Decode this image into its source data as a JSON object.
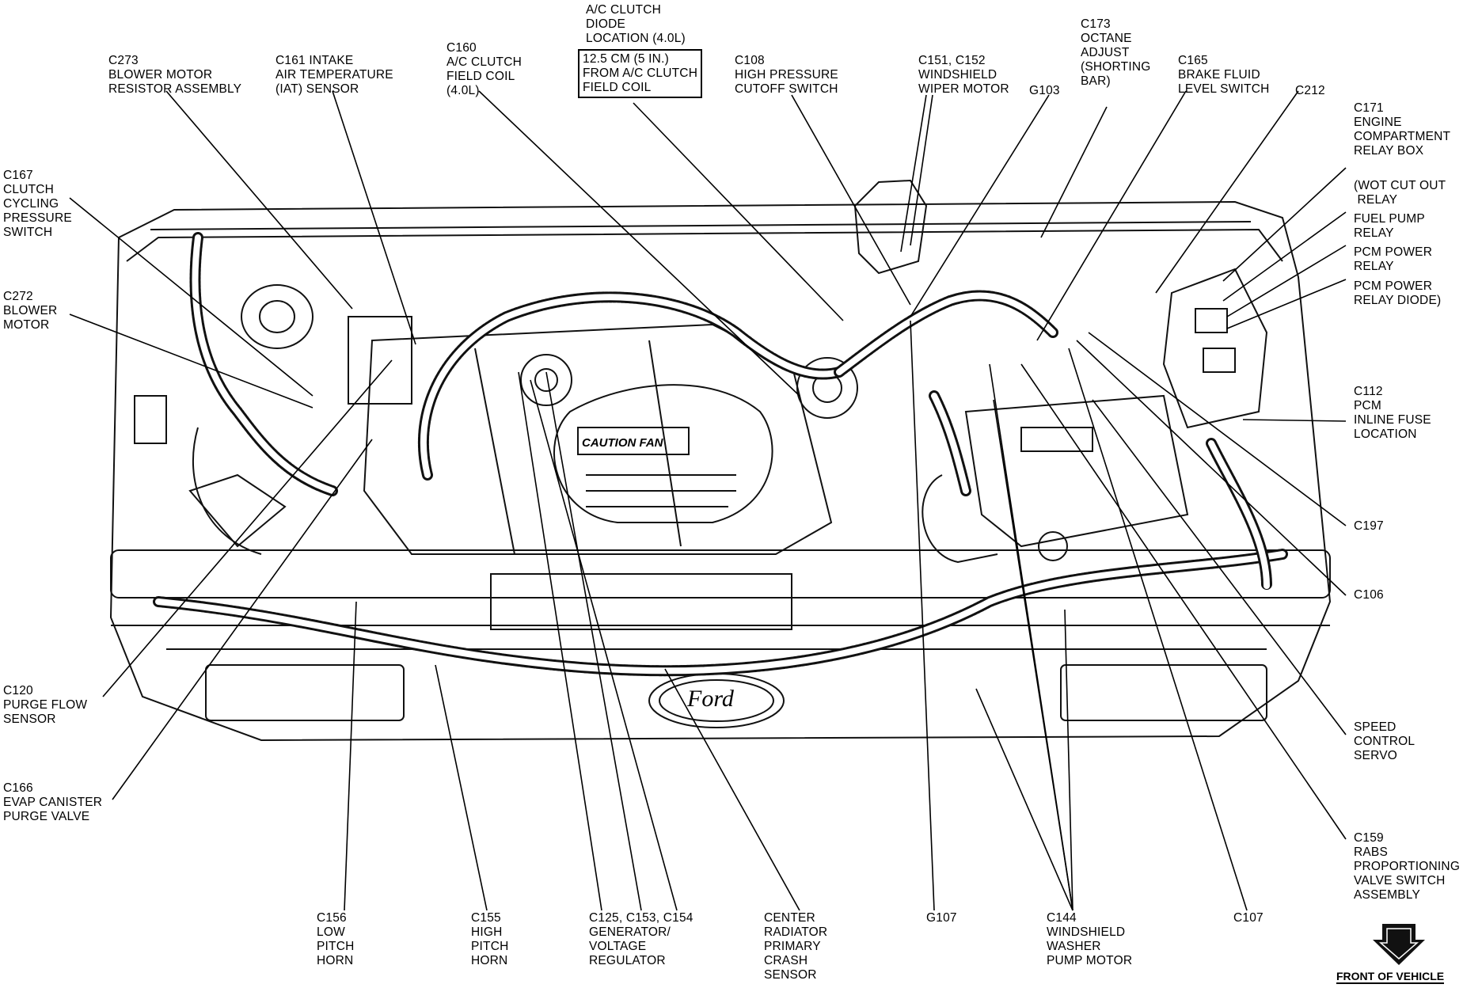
{
  "labels": {
    "c273": "C273\nBLOWER MOTOR\nRESISTOR ASSEMBLY",
    "c161": "C161 INTAKE\nAIR TEMPERATURE\n(IAT) SENSOR",
    "c160": "C160\nA/C CLUTCH\nFIELD COIL\n(4.0L)",
    "diode_title": "A/C CLUTCH\nDIODE\nLOCATION (4.0L)",
    "diode_box": "12.5 CM (5 IN.)\nFROM A/C CLUTCH\nFIELD COIL",
    "c108": "C108\nHIGH PRESSURE\nCUTOFF SWITCH",
    "c151": "C151, C152\nWINDSHIELD\nWIPER MOTOR",
    "g103": "G103",
    "c173": "C173\nOCTANE\nADJUST\n(SHORTING\nBAR)",
    "c165": "C165\nBRAKE FLUID\nLEVEL SWITCH",
    "c212": "C212",
    "c171": "C171\nENGINE\nCOMPARTMENT\nRELAY BOX",
    "wot": "(WOT CUT OUT\n RELAY",
    "fuel_pump": "FUEL PUMP\nRELAY",
    "pcm_power": "PCM POWER\nRELAY",
    "pcm_diode": "PCM POWER\nRELAY DIODE)",
    "c112": "C112\nPCM\nINLINE FUSE\nLOCATION",
    "c197": "C197",
    "c106": "C106",
    "speed": "SPEED\nCONTROL\nSERVO",
    "c159": "C159\nRABS\nPROPORTIONING\nVALVE SWITCH\nASSEMBLY",
    "c107": "C107",
    "c144": "C144\nWINDSHIELD\nWASHER\nPUMP MOTOR",
    "g107": "G107",
    "center": "CENTER\nRADIATOR\nPRIMARY\nCRASH\nSENSOR",
    "c125": "C125, C153, C154\nGENERATOR/\nVOLTAGE\nREGULATOR",
    "c155": "C155\nHIGH\nPITCH\nHORN",
    "c156": "C156\nLOW\nPITCH\nHORN",
    "c166": "C166\nEVAP CANISTER\nPURGE VALVE",
    "c120": "C120\nPURGE FLOW\nSENSOR",
    "c272": "C272\nBLOWER\nMOTOR",
    "c167": "C167\nCLUTCH\nCYCLING\nPRESSURE\nSWITCH"
  },
  "diagram_text": {
    "fan_decal": "CAUTION FAN",
    "logo": "Ford"
  },
  "footer": {
    "front": "FRONT OF VEHICLE"
  }
}
